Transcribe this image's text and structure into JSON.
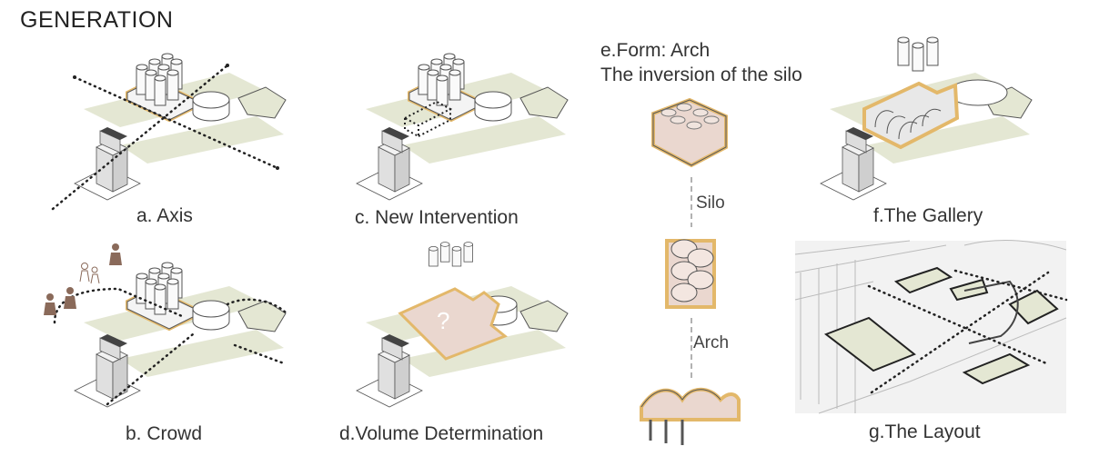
{
  "title": "GENERATION",
  "panels": {
    "a": {
      "caption": "a. Axis"
    },
    "b": {
      "caption": "b. Crowd"
    },
    "c": {
      "caption": "c. New Intervention"
    },
    "d": {
      "caption": "d.Volume Determination",
      "unknown_mark": "?"
    },
    "e": {
      "title_line1": "e.Form: Arch",
      "title_line2": "The inversion of the silo",
      "step1": "Silo",
      "step2": "Arch"
    },
    "f": {
      "caption": "f.The Gallery"
    },
    "g": {
      "caption": "g.The Layout"
    }
  },
  "colors": {
    "accent_orange": "#e3b86a",
    "plaza_green": "#e4e7d3",
    "volume_pink": "#ead7cf",
    "line": "#333333",
    "crowd_figure": "#8a6a5a"
  }
}
